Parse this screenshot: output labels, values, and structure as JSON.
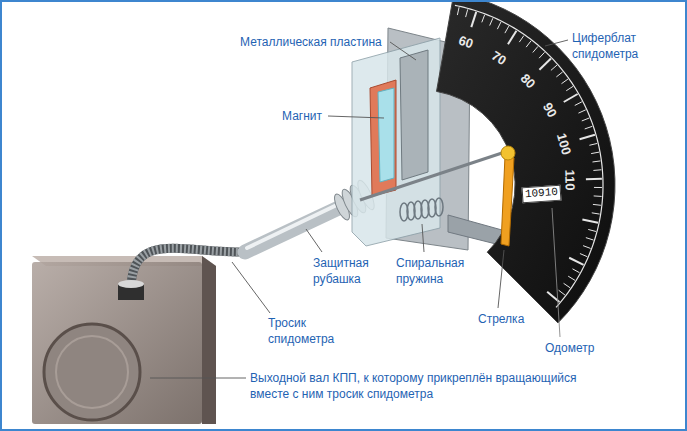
{
  "diagram": {
    "labels": [
      "Металлическая пластина",
      "Циферблат спидометра",
      "60",
      "70",
      "80",
      "90",
      "100",
      "110",
      "Магнит",
      "10910",
      "Защитная рубашка",
      "Спиральная пружина",
      "Стрелка",
      "Тросик спидометра",
      "Одометр",
      "Выходной вал КПП, к которому прикреплён вращающийся вместе с ним тросик спидометра"
    ]
  }
}
